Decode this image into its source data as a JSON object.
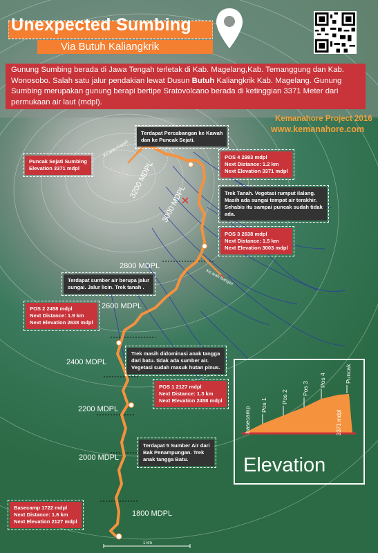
{
  "header": {
    "title": "Unexpected Sumbing",
    "subtitle": "Via Butuh Kaliangkrik"
  },
  "intro": {
    "part1": "Gunung Sumbing berada di Jawa Tengah terletak di Kab. Magelang,Kab. Temanggung dan Kab. Wonosobo. Salah satu jalur pendakian lewat Dusun ",
    "bold": "Butuh",
    "part2": " Kaliangkrik Kab. Magelang. Gunung Sumbing merupakan gunung berapi bertipe Sratovolcano berada di ketinggian 3371 Meter dari permukaan air laut (mdpl)."
  },
  "credit": {
    "project": "Kemanahore Project 2016",
    "website": "www.kemanahore.com"
  },
  "info_boxes": {
    "peak": [
      "Puncak Sejati Sumbing",
      "Elevation 3371 mdpl"
    ],
    "pos4": [
      "POS 4 2983 mdpl",
      "Next Distance: 1.2 km",
      "Next Elevation 3371 mdpl"
    ],
    "pos3": [
      "POS 3 2638 mdpl",
      "Next Distance: 1.5 km",
      "Next Elevation 3003 mdpl"
    ],
    "pos2": [
      "POS 2 2458 mdpl",
      "Next Distance: 1.9 km",
      "Next Elevation 2638 mdpl"
    ],
    "pos1": [
      "POS 1 2127 mdpl",
      "Next Distance: 1.3 km",
      "Next Elevation 2458 mdpl"
    ],
    "basecamp": [
      "Basecamp 1722 mdpl",
      "Next Distance: 1.6 km",
      "Next Elevation 2127 mdpl"
    ]
  },
  "notes": {
    "percabangan": [
      "Terdapat Percabangan ke Kawah",
      "dan ke Puncak Sejati."
    ],
    "trek_tanah": [
      "Trek Tanah. Vegetasi rumput ilalang.",
      "Masih ada sungai tempat air terakhir.",
      "Sehabis itu sampai puncak sudah tidak",
      "ada."
    ],
    "sumber_air": [
      "Terdapat sumber air berupa jalur",
      "sungai. Jalur licin. Trek tanah ."
    ],
    "anak_tangga": [
      "Trek masih didominasi anak tangga",
      "dari batu. tidak ada sumber air.",
      "Vegetasi sudah masuk hutan pinus."
    ],
    "sumber5": [
      "Terdapat 5 Sumber Air dari",
      "Bak Penampungan. Trek",
      "anak tangga Batu."
    ]
  },
  "map_labels": {
    "ke_arah_kawah": "Ke arah Kawah",
    "ke_arah_bangsri": "Ke arah Bangsri"
  },
  "altitudes": {
    "a3200": "3200 MDPL",
    "a3000": "3000 MDPL",
    "a2800": "2800 MDPL",
    "a2600": "2600 MDPL",
    "a2400": "2400 MDPL",
    "a2200": "2200 MDPL",
    "a2000": "2000 MDPL",
    "a1800": "1800 MDPL"
  },
  "scale": "1 km",
  "elevation_chart": {
    "title": "Elevation",
    "labels": [
      "basecamp",
      "Pos 1",
      "Pos 2",
      "Pos 3",
      "Pos 4",
      "3371 mdpl",
      "Puncak"
    ]
  },
  "colors": {
    "trail": "#f5923e",
    "accent_red": "#c8343a",
    "note_dark": "#333333",
    "forest_green": "#2f6a55"
  }
}
